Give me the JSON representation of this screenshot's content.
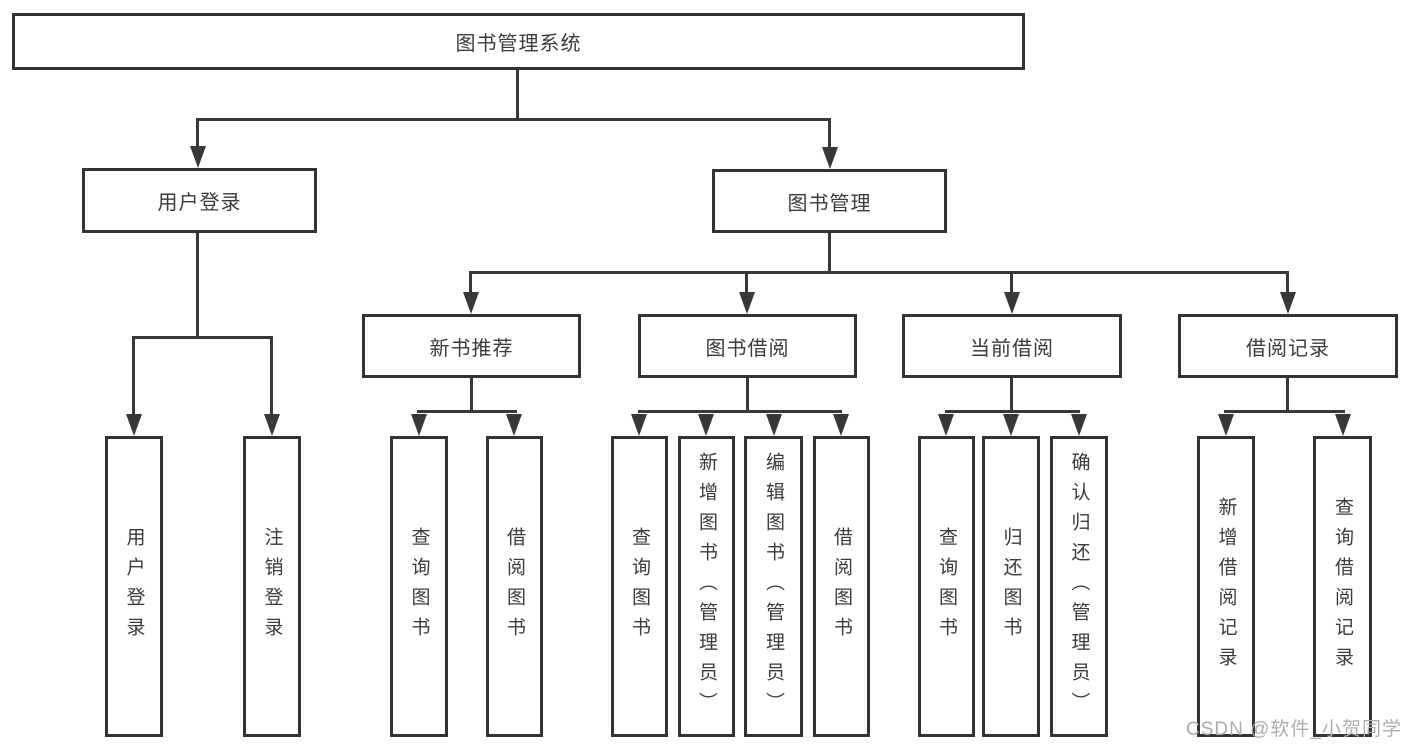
{
  "colors": {
    "line": "#383838",
    "box_border": "#333333",
    "text": "#3b3b3b",
    "watermark": "#adadad",
    "background": "#ffffff"
  },
  "watermark": "CSDN @软件_小贺同学",
  "tree": {
    "root": {
      "label": "图书管理系统",
      "children": [
        {
          "label": "用户登录",
          "children": [
            {
              "label": "用户登录"
            },
            {
              "label": "注销登录"
            }
          ]
        },
        {
          "label": "图书管理",
          "children": [
            {
              "label": "新书推荐",
              "children": [
                {
                  "label": "查询图书"
                },
                {
                  "label": "借阅图书"
                }
              ]
            },
            {
              "label": "图书借阅",
              "children": [
                {
                  "label": "查询图书"
                },
                {
                  "label": "新增图书（管理员）"
                },
                {
                  "label": "编辑图书（管理员）"
                },
                {
                  "label": "借阅图书"
                }
              ]
            },
            {
              "label": "当前借阅",
              "children": [
                {
                  "label": "查询图书"
                },
                {
                  "label": "归还图书"
                },
                {
                  "label": "确认归还（管理员）"
                }
              ]
            },
            {
              "label": "借阅记录",
              "children": [
                {
                  "label": "新增借阅记录"
                },
                {
                  "label": "查询借阅记录"
                }
              ]
            }
          ]
        }
      ]
    }
  }
}
